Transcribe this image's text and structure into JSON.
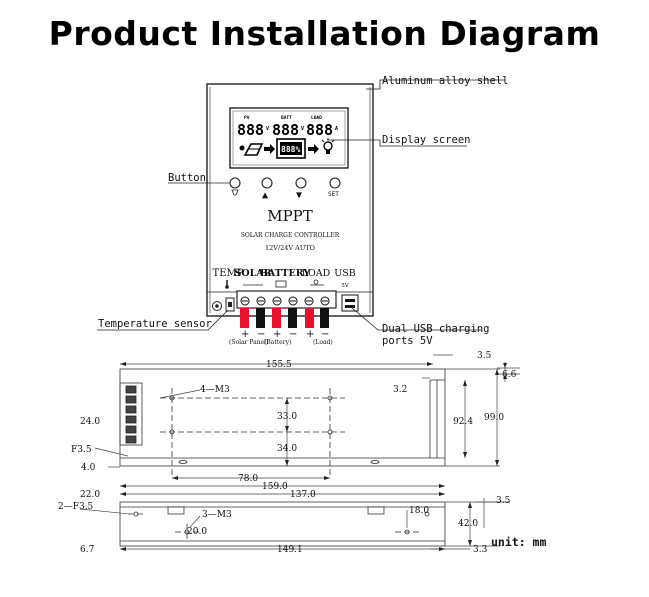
{
  "title": "Product Installation Diagram",
  "callouts": {
    "shell": "Aluminum alloy shell",
    "display": "Display screen",
    "button": "Button",
    "temp_sensor": "Temperature sensor",
    "usb_line1": "Dual USB charging",
    "usb_line2": "ports 5V"
  },
  "device": {
    "brand": "MPPT",
    "subtitle": "SOLAR CHARGE CONTROLLER",
    "voltage": "12V/24V AUTO",
    "buttons": [
      "▲",
      "▼",
      "SET"
    ],
    "lcd_pv": "PV",
    "lcd_batt": "BATT",
    "lcd_load": "LOAD",
    "lcd_digits": "888",
    "lcd_unit_v": "V",
    "lcd_unit_a": "A",
    "lcd_pct": "888%",
    "ports": {
      "temp": "TEMP",
      "solar": "SOLAR",
      "battery": "BATTERY",
      "load": "LOAD",
      "usb": "USB",
      "usb_v": "5V"
    },
    "wire_labels": [
      "(Solar Panel)",
      "(Battery)",
      "(Load)"
    ],
    "wire_colors": {
      "positive": "#e8102a",
      "negative": "#111111"
    }
  },
  "dimensions": {
    "d155_5": "155.5",
    "d3_5a": "3.5",
    "d6_6": "6.6",
    "d4_M3": "4—M3",
    "d3_2": "3.2",
    "d33_0": "33.0",
    "d92_4": "92.4",
    "d99_0": "99.0",
    "d24_0": "24.0",
    "d34_0": "34.0",
    "dF3_5": "F3.5",
    "d4_0": "4.0",
    "d78_0": "78.0",
    "d159_0": "159.0",
    "d22_0": "22.0",
    "d137_0": "137.0",
    "d3_5b": "3.5",
    "d2F3_5": "2—F3.5",
    "d3M3": "3—M3",
    "d18_0": "18.0",
    "d42_0": "42.0",
    "d20_0": "20.0",
    "d6_7": "6.7",
    "d149_1": "149.1",
    "d3_3": "3.3",
    "unit": "unit:  mm"
  }
}
